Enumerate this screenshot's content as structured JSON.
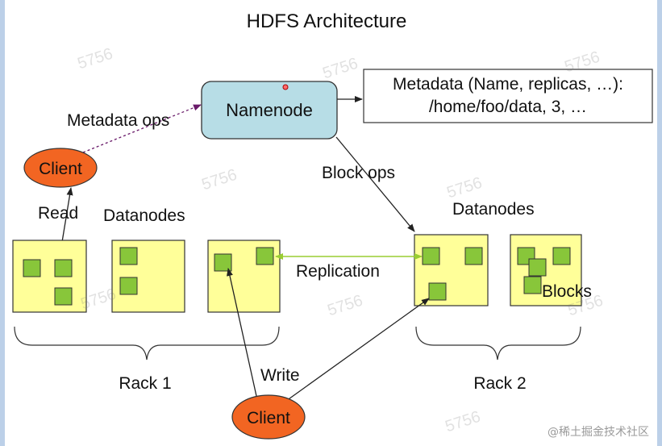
{
  "title": "HDFS Architecture",
  "namenode": {
    "label": "Namenode"
  },
  "metadata_box": {
    "line1": "Metadata (Name, replicas, …):",
    "line2": "/home/foo/data, 3, …"
  },
  "labels": {
    "metadata_ops": "Metadata ops",
    "block_ops": "Block ops",
    "read": "Read",
    "write": "Write",
    "replication": "Replication",
    "blocks": "Blocks",
    "datanodes_left": "Datanodes",
    "datanodes_right": "Datanodes",
    "rack1": "Rack 1",
    "rack2": "Rack 2"
  },
  "clients": {
    "top": "Client",
    "bottom": "Client"
  },
  "watermark": "5756",
  "credit": "@稀土掘金技术社区",
  "colors": {
    "namenode_fill": "#b7dde6",
    "datanode_fill": "#ffff99",
    "block_fill": "#88c63a",
    "client_fill": "#f26522",
    "arrow": "#222222",
    "replication_arrow": "#9acd32",
    "metadata_arrow": "#6a1b6a"
  }
}
